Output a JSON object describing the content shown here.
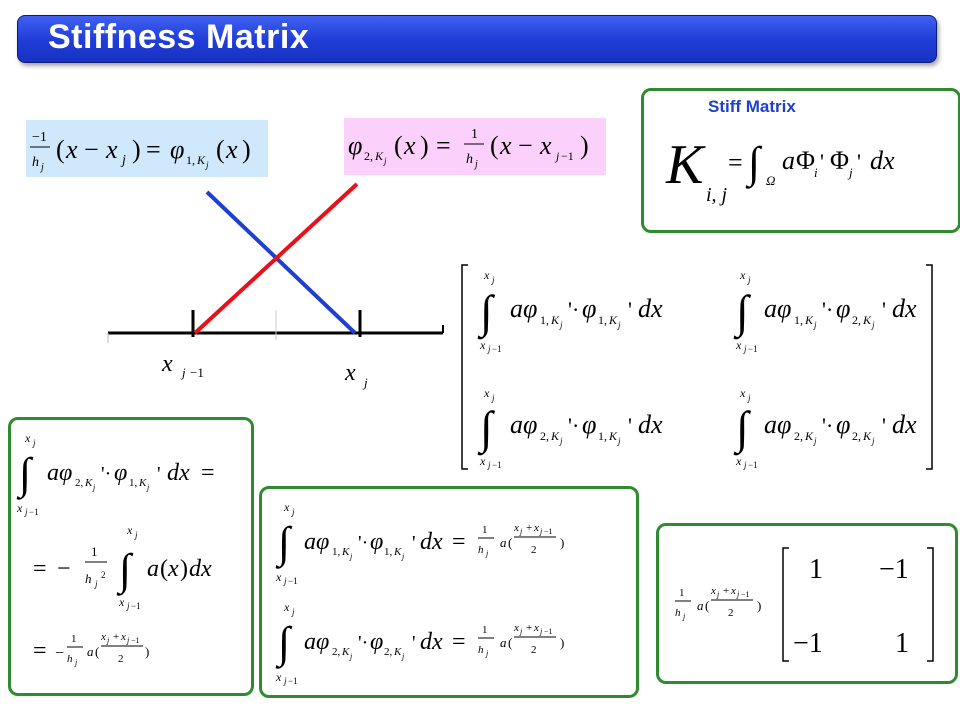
{
  "header": {
    "title": "Stiffness Matrix"
  },
  "stiff_box": {
    "label": "Stiff Matrix"
  },
  "colors": {
    "title_bar": "#2443e0",
    "box_border": "#2e8b2e",
    "phi1_line": "#1f3fd0",
    "phi2_line": "#e8101a",
    "phi1_bg": "#cfe8fb",
    "phi2_bg": "#fbd0fb"
  },
  "axis_labels": {
    "x_j_minus_1": "x",
    "x_j_minus_1_sub": "j−1",
    "x_j": "x",
    "x_j_sub": "j"
  }
}
